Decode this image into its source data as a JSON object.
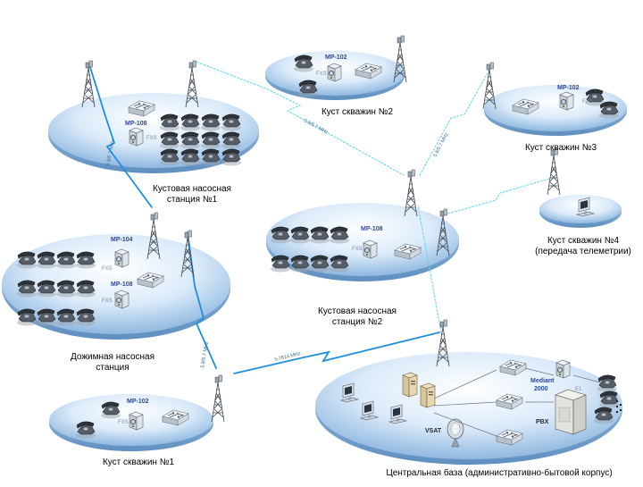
{
  "sites": {
    "kns1": {
      "name_line1": "Кустовая насосная",
      "name_line2": "станция №1",
      "device": "MP-108",
      "port": "FXS"
    },
    "kust2": {
      "name": "Куст скважин №2",
      "device": "MP-102",
      "port": "FXS"
    },
    "kust3": {
      "name": "Куст скважин №3",
      "device": "MP-102",
      "port": "FXS"
    },
    "kust4": {
      "name_line1": "Куст скважин №4",
      "name_line2": "(передача телеметрии)"
    },
    "kns2": {
      "name_line1": "Кустовая насосная",
      "name_line2": "станция №2",
      "device": "MP-108",
      "port": "FXS"
    },
    "dns": {
      "name_line1": "Дожимная насосная",
      "name_line2": "станция",
      "device_top": "MP-104",
      "device_bottom": "MP-108",
      "port": "FXS"
    },
    "kust1": {
      "name": "Куст скважин №1",
      "device": "MP-102",
      "port": "FXS"
    },
    "central": {
      "name": "Центральная база (административно-бытовой корпус)",
      "mediant_line1": "Mediant",
      "mediant_line2": "2000",
      "e1": "E1",
      "pbx": "PBX",
      "vsat": "VSAT"
    }
  },
  "links": {
    "kns1_kust2": "5.8/5.7 MHz",
    "kust3_hub": "5.8/5.7 MHz",
    "kns1_dns": "5.8/5.7 MHz",
    "dns_kust1": "5.8/5.7 MHz",
    "kust1_hub": "5.7814 MHz"
  }
}
